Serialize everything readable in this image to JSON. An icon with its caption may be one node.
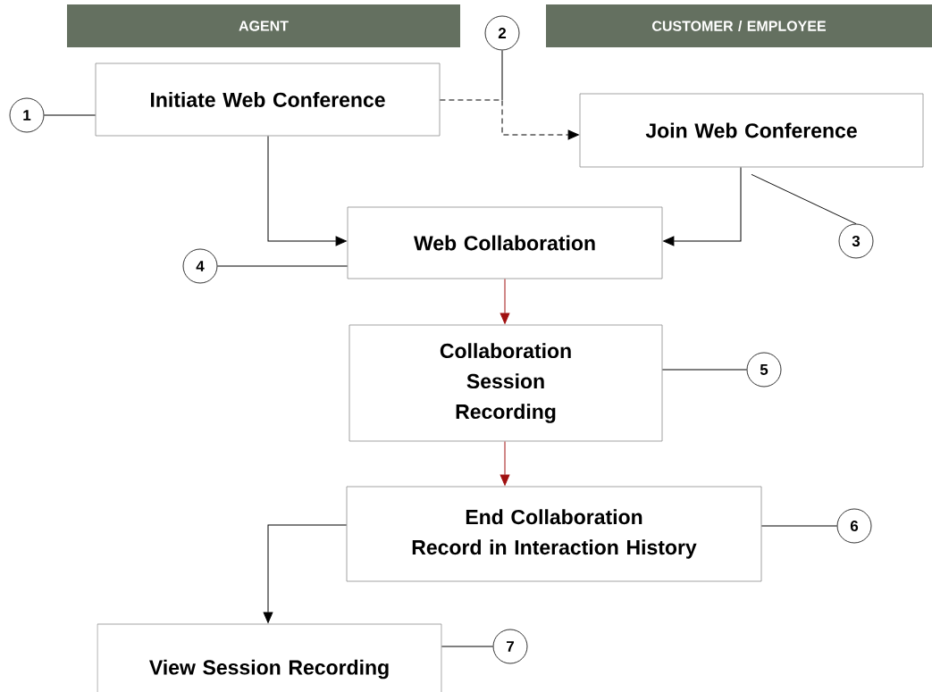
{
  "diagram": {
    "nodes": [
      {
        "text": [
          "AGENT"
        ]
      },
      {
        "text": [
          "CUSTOMER / EMPLOYEE"
        ]
      },
      {
        "text": [
          "Initiate Web Conference"
        ]
      },
      {
        "text": [
          "Join Web Conference"
        ]
      },
      {
        "text": [
          "Web Collaboration"
        ]
      },
      {
        "text": [
          "Collaboration Session Recording"
        ]
      },
      {
        "text": [
          "End Collaboration",
          "Record in Interaction History"
        ]
      },
      {
        "text": [
          "View Session Recording"
        ]
      },
      {
        "text": [
          "1"
        ]
      },
      {
        "text": [
          "2"
        ]
      },
      {
        "text": [
          "3"
        ]
      },
      {
        "text": [
          "4"
        ]
      },
      {
        "text": [
          "5"
        ]
      },
      {
        "text": [
          "6"
        ]
      },
      {
        "text": [
          "7"
        ]
      }
    ],
    "edges": [
      {
        "from": 2,
        "to": 3,
        "arrow": "to",
        "style": "dashed"
      },
      {
        "from": 2,
        "to": 4,
        "arrow": "to"
      },
      {
        "from": 3,
        "to": 4,
        "arrow": "to"
      },
      {
        "from": 4,
        "to": 5,
        "arrow": "to",
        "color": "#a01010"
      },
      {
        "from": 5,
        "to": 6,
        "arrow": "to",
        "color": "#a01010"
      },
      {
        "from": 6,
        "to": 7,
        "arrow": "to"
      },
      {
        "from": 8,
        "to": 2,
        "arrow": "none"
      },
      {
        "from": 9,
        "to": null,
        "arrow": "none"
      },
      {
        "from": 10,
        "to": 3,
        "arrow": "none"
      },
      {
        "from": 11,
        "to": 4,
        "arrow": "none"
      },
      {
        "from": 12,
        "to": 5,
        "arrow": "none"
      },
      {
        "from": 13,
        "to": 6,
        "arrow": "none"
      },
      {
        "from": 14,
        "to": 7,
        "arrow": "none"
      }
    ]
  }
}
